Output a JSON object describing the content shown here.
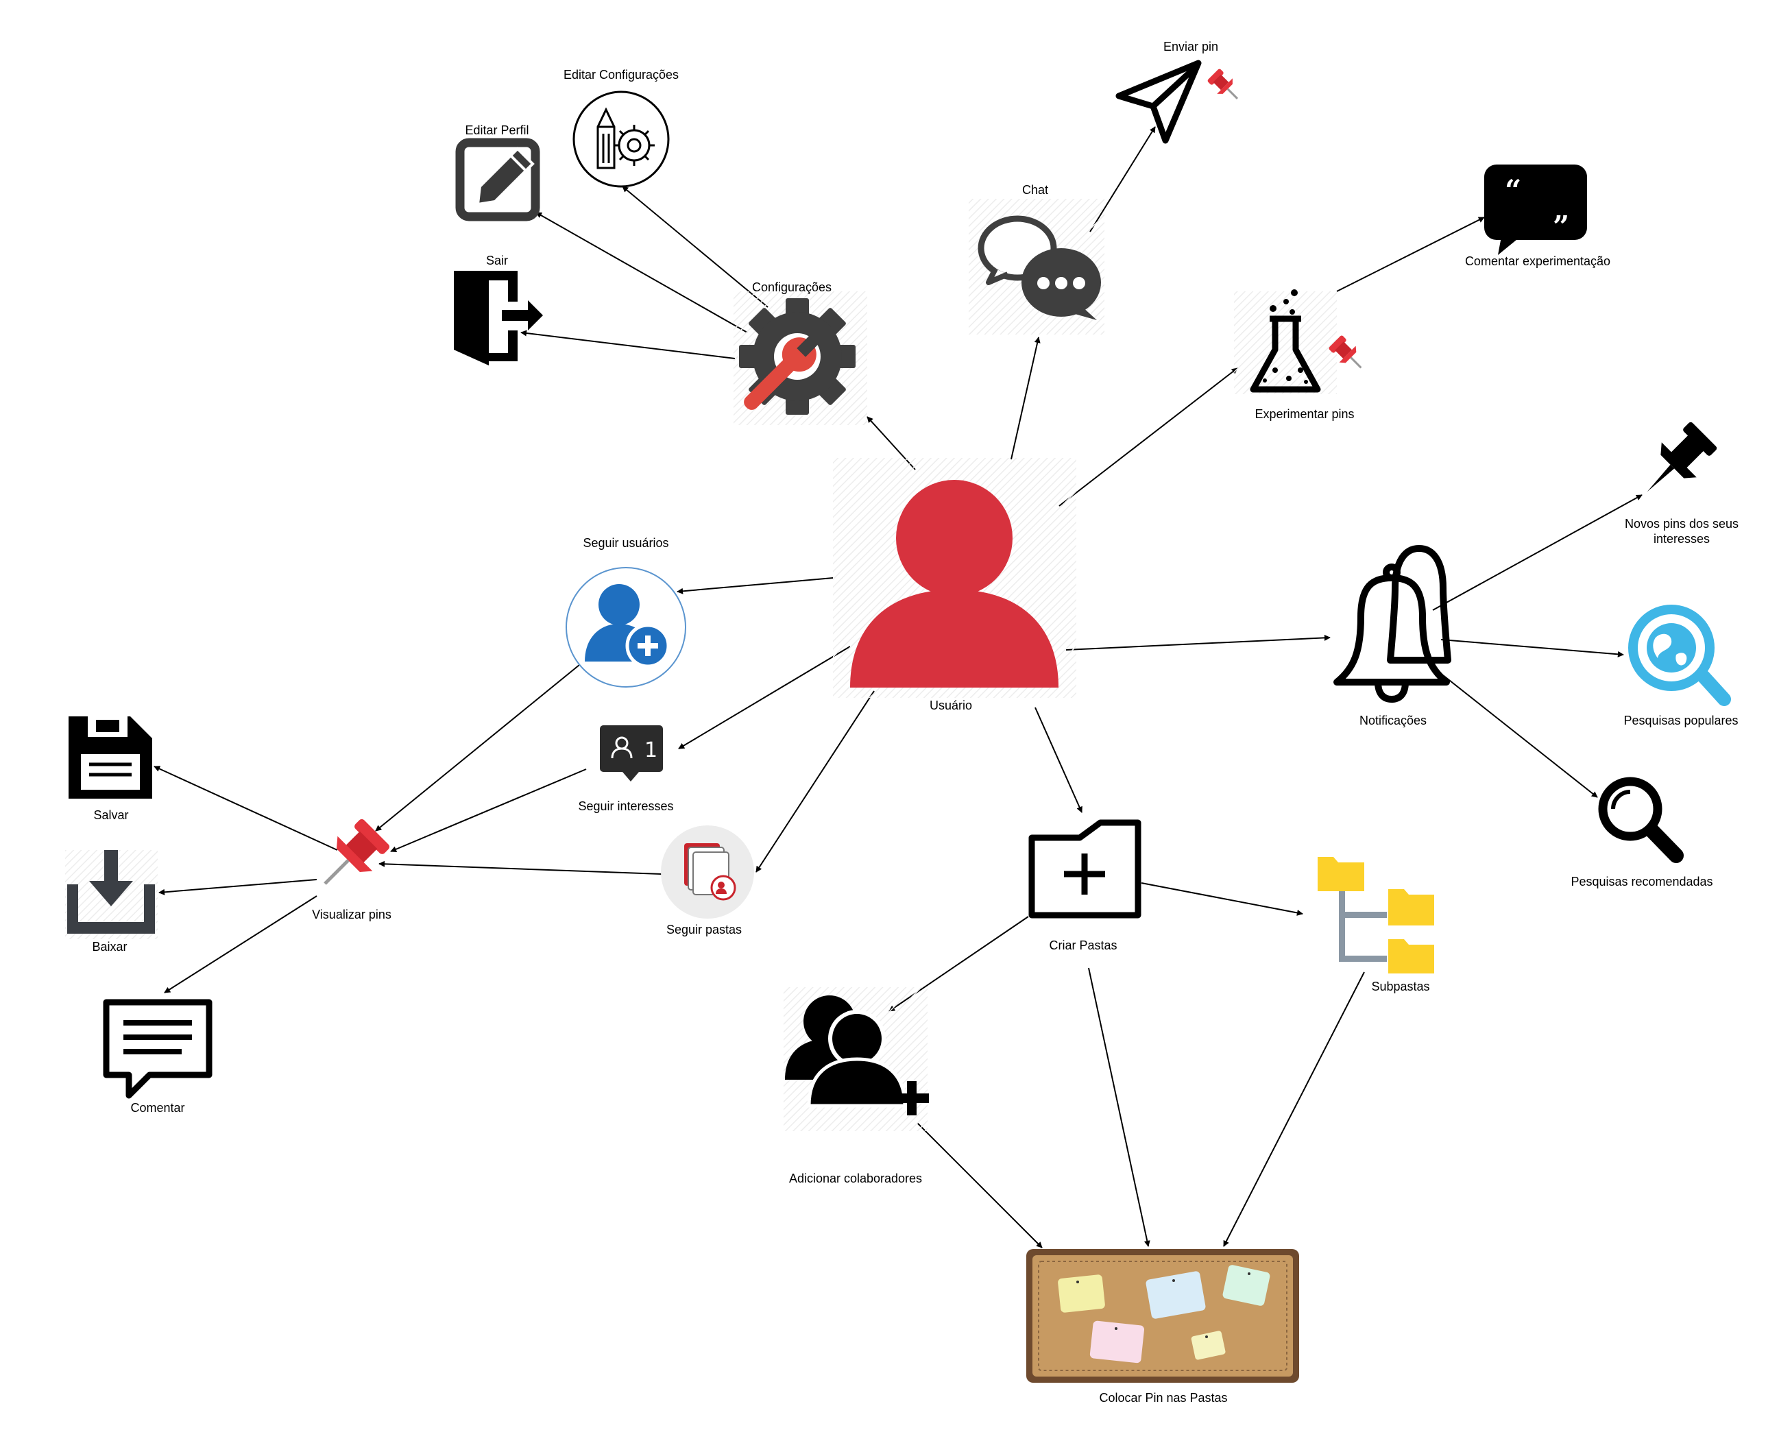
{
  "nodes": {
    "usuario": "Usuário",
    "configuracoes": "Configurações",
    "editar_configuracoes": "Editar Configurações",
    "editar_perfil": "Editar Perfil",
    "sair": "Sair",
    "chat": "Chat",
    "enviar_pin": "Enviar pin",
    "experimentar_pins": "Experimentar pins",
    "comentar_experimentacao": "Comentar experimentação",
    "notificacoes": "Notificações",
    "novos_pins_line1": "Novos pins dos seus",
    "novos_pins_line2": "interesses",
    "pesquisas_populares": "Pesquisas populares",
    "pesquisas_recomendadas": "Pesquisas recomendadas",
    "seguir_usuarios": "Seguir usuários",
    "seguir_interesses": "Seguir interesses",
    "seguir_pastas": "Seguir pastas",
    "visualizar_pins": "Visualizar pins",
    "salvar": "Salvar",
    "baixar": "Baixar",
    "comentar": "Comentar",
    "criar_pastas": "Criar Pastas",
    "subpastas": "Subpastas",
    "adicionar_colaboradores": "Adicionar colaboradores",
    "colocar_pin": "Colocar Pin nas Pastas"
  },
  "badge": {
    "count": "1"
  },
  "icons": {
    "usuario": "user-icon",
    "configuracoes": "gear-wrench-icon",
    "editar_configuracoes": "pencil-gear-icon",
    "editar_perfil": "edit-profile-icon",
    "sair": "exit-door-icon",
    "chat": "chat-bubbles-icon",
    "enviar_pin": "paper-plane-icon",
    "experimentar_pins": "flask-icon",
    "comentar_experimentacao": "quote-bubble-icon",
    "notificacoes": "bell-icon",
    "novos_pins": "pushpin-icon",
    "pesquisas_populares": "globe-search-icon",
    "pesquisas_recomendadas": "search-icon",
    "seguir_usuarios": "user-add-icon",
    "seguir_interesses": "user-badge-icon",
    "seguir_pastas": "folders-user-icon",
    "visualizar_pins": "red-pushpin-icon",
    "salvar": "floppy-disk-icon",
    "baixar": "download-icon",
    "comentar": "comment-icon",
    "criar_pastas": "folder-add-icon",
    "subpastas": "folder-tree-icon",
    "adicionar_colaboradores": "users-add-icon",
    "colocar_pin": "corkboard-icon"
  },
  "colors": {
    "user_red": "#d7323e",
    "gear_gray": "#3f3f3f",
    "wrench_red": "#e0483e",
    "user_add_blue": "#1f6fbf",
    "globe_blue": "#3fb6e6",
    "folder_yellow": "#fcd12a",
    "cork": "#c79a62",
    "pin_red": "#e4343c"
  }
}
